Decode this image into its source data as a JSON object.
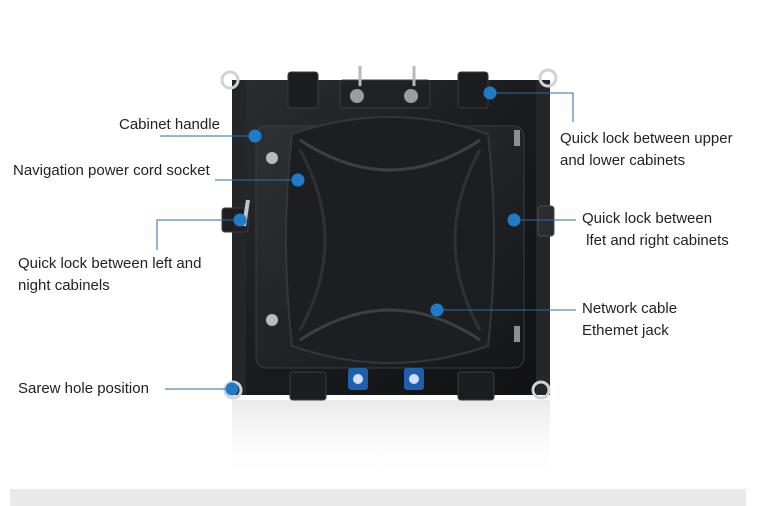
{
  "diagram": {
    "accent_color": "#1e7bc8",
    "leader_color": "#2a6ea6",
    "labels": {
      "cabinet_handle": "Cabinet handle",
      "navigation_power": "Navigation power cord socket",
      "quick_lock_lr_line1": "Quick lock between left and",
      "quick_lock_lr_line2": "night cabinels",
      "screw_hole": "Sarew hole position",
      "quick_lock_ul_line1": "Quick lock between upper",
      "quick_lock_ul_line2": "and lower cabinets",
      "quick_lock_fr_line1": "Quick lock between",
      "quick_lock_fr_line2": " lfet and right cabinets",
      "network_line1": "Network cable",
      "network_line2": "Ethemet jack"
    }
  }
}
